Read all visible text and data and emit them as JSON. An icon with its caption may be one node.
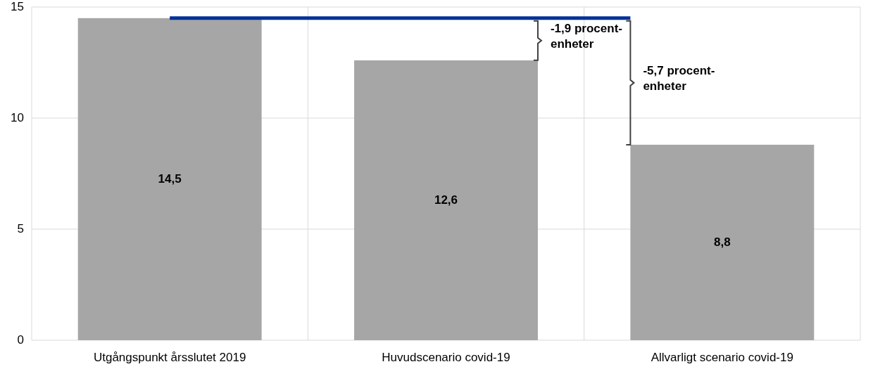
{
  "diagram": {
    "chart_data": {
      "type": "bar",
      "categories": [
        "Utgångspunkt årsslutet 2019",
        "Huvudscenario covid-19",
        "Allvarligt scenario covid-19"
      ],
      "series": [
        {
          "color": "#a6a6a6",
          "values": [
            14.5,
            12.6,
            8.8
          ]
        }
      ],
      "ylim": [
        0,
        15
      ],
      "yticks": [
        {
          "value": 0,
          "label": "0"
        },
        {
          "value": 5,
          "label": "5"
        },
        {
          "value": 10,
          "label": "10"
        },
        {
          "value": 15,
          "label": "15"
        }
      ],
      "value_labels": [
        "14,5",
        "12,6",
        "8,8"
      ],
      "annotations": [
        {
          "text": "-1,9 procent-enheter"
        },
        {
          "text": "-5,7 procent-enheter"
        }
      ]
    }
  }
}
